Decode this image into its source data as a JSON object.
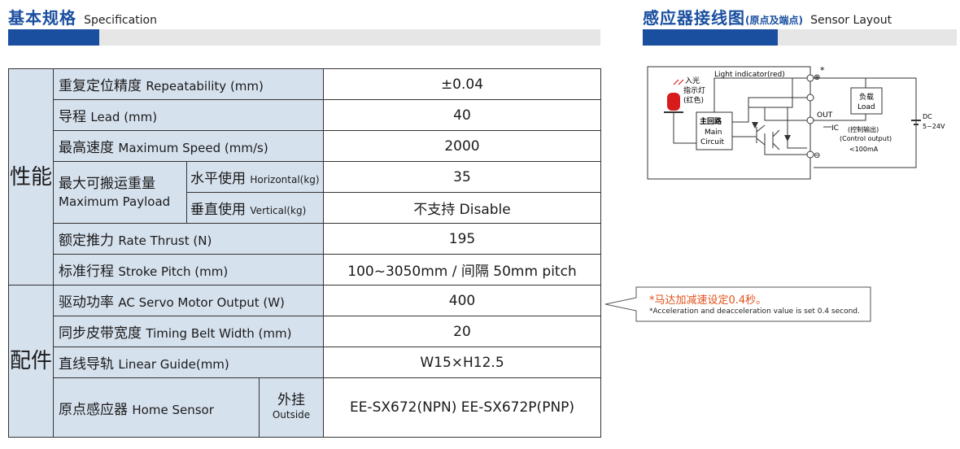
{
  "spec_header": {
    "zh": "基本规格",
    "en": "Specification"
  },
  "sensor_header": {
    "zh": "感应器接线图",
    "zh_small": "(原点及端点)",
    "en": "Sensor Layout"
  },
  "performance_label": "性能",
  "parts_label": "配件",
  "rows": {
    "repeatability": {
      "zh": "重复定位精度",
      "en": "Repeatability (mm)",
      "value": "±0.04"
    },
    "lead": {
      "zh": "导程",
      "en": "Lead (mm)",
      "value": "40"
    },
    "max_speed": {
      "zh": "最高速度",
      "en": "Maximum Speed (mm/s)",
      "value": "2000"
    },
    "payload": {
      "zh": "最大可搬运重量",
      "en": "Maximum Payload",
      "horizontal": {
        "zh": "水平使用",
        "en": "Horizontal(kg)",
        "value": "35"
      },
      "vertical": {
        "zh": "垂直使用",
        "en": "Vertical(kg)",
        "value": "不支持 Disable"
      }
    },
    "thrust": {
      "zh": "额定推力",
      "en": "Rate Thrust (N)",
      "value": "195"
    },
    "stroke": {
      "zh": "标准行程",
      "en": "Stroke Pitch (mm)",
      "value": "100~3050mm / 间隔 50mm pitch"
    },
    "motor": {
      "zh": "驱动功率",
      "en": "AC Servo Motor Output (W)",
      "value": "400"
    },
    "belt": {
      "zh": "同步皮带宽度",
      "en": "Timing Belt Width (mm)",
      "value": "20"
    },
    "guide": {
      "zh": "直线导轨",
      "en": "Linear Guide(mm)",
      "value": "W15×H12.5"
    },
    "home_sensor": {
      "zh": "原点感应器",
      "en": "Home Sensor",
      "mount_zh": "外挂",
      "mount_en": "Outside",
      "value": "EE-SX672(NPN)  EE-SX672P(PNP)"
    }
  },
  "callout": {
    "zh": "*马达加减速设定0.4秒。",
    "en": "*Acceleration and deacceleration value is set 0.4 second."
  },
  "diagram": {
    "light_indicator": "Light indicator(red)",
    "lamp_zh1": "入光",
    "lamp_zh2": "指示灯",
    "lamp_zh3": "(红色)",
    "main_zh": "主回路",
    "main_en1": "Main",
    "main_en2": "Circuit",
    "load_zh": "负载",
    "load_en": "Load",
    "out": "OUT",
    "ic": "IC",
    "control_zh": "(控制输出)",
    "control_en": "(Control output)",
    "current": "<100mA",
    "dc": "DC",
    "voltage": "5~24V",
    "plus": "⊕",
    "minus": "⊖",
    "star": "*"
  },
  "colors": {
    "brand_blue": "#1a4fa0",
    "label_bg": "#d6e1ee",
    "note_orange": "#e0501a",
    "lamp_red": "#d81b1b"
  }
}
